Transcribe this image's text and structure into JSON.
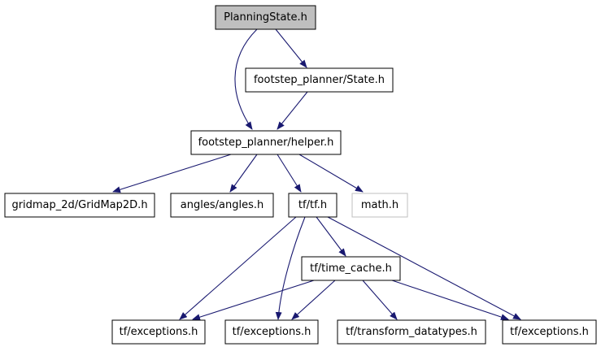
{
  "graph": {
    "nodes": {
      "planning_state": {
        "label": "PlanningState.h",
        "style": "root"
      },
      "state": {
        "label": "footstep_planner/State.h",
        "style": "normal"
      },
      "helper": {
        "label": "footstep_planner/helper.h",
        "style": "normal"
      },
      "gridmap": {
        "label": "gridmap_2d/GridMap2D.h",
        "style": "normal"
      },
      "angles": {
        "label": "angles/angles.h",
        "style": "normal"
      },
      "tf": {
        "label": "tf/tf.h",
        "style": "normal"
      },
      "math": {
        "label": "math.h",
        "style": "external"
      },
      "time_cache": {
        "label": "tf/time_cache.h",
        "style": "normal"
      },
      "exceptions_1": {
        "label": "tf/exceptions.h",
        "style": "normal"
      },
      "exceptions_2": {
        "label": "tf/exceptions.h",
        "style": "normal"
      },
      "transform_datatypes": {
        "label": "tf/transform_datatypes.h",
        "style": "normal"
      },
      "exceptions_3": {
        "label": "tf/exceptions.h",
        "style": "normal"
      }
    },
    "edges": [
      {
        "from": "planning_state",
        "to": "state"
      },
      {
        "from": "planning_state",
        "to": "helper"
      },
      {
        "from": "state",
        "to": "helper"
      },
      {
        "from": "helper",
        "to": "gridmap"
      },
      {
        "from": "helper",
        "to": "angles"
      },
      {
        "from": "helper",
        "to": "tf"
      },
      {
        "from": "helper",
        "to": "math"
      },
      {
        "from": "tf",
        "to": "time_cache"
      },
      {
        "from": "tf",
        "to": "exceptions_1"
      },
      {
        "from": "tf",
        "to": "exceptions_2"
      },
      {
        "from": "tf",
        "to": "exceptions_3"
      },
      {
        "from": "time_cache",
        "to": "exceptions_1"
      },
      {
        "from": "time_cache",
        "to": "exceptions_2"
      },
      {
        "from": "time_cache",
        "to": "transform_datatypes"
      },
      {
        "from": "time_cache",
        "to": "exceptions_3"
      }
    ],
    "colors": {
      "edge": "#191970",
      "root_fill": "#bfbfbf",
      "node_border": "#000000",
      "external_border": "#bfbfbf"
    }
  }
}
